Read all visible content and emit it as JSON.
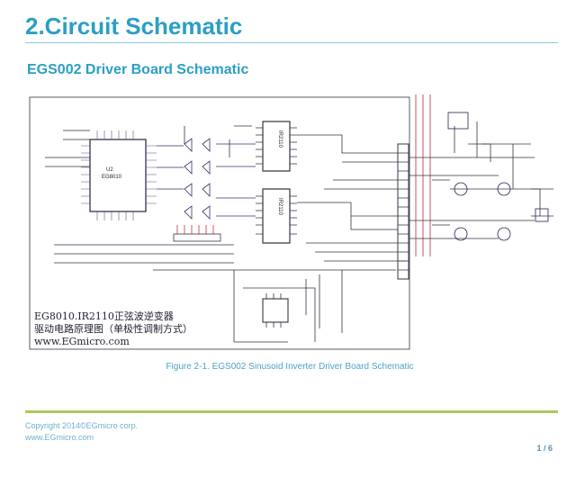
{
  "section_title": "2.Circuit Schematic",
  "subtitle": "EGS002 Driver Board Schematic",
  "schematic": {
    "note_line1": "EG8010.IR2110正弦波逆变器",
    "note_line2": "驱动电路原理图（单极性调制方式）",
    "note_line3": "www.EGmicro.com",
    "chip_u2_ref": "U2",
    "chip_u2_name": "EG8010",
    "driver_ic_1": "IR2110",
    "driver_ic_2": "IR2110"
  },
  "caption": "Figure 2-1. EGS002 Sinusoid Inverter Driver Board Schematic",
  "footer": {
    "copyright": "Copyright 2014©EGmicro corp.",
    "website": "www.EGmicro.com",
    "page": "1 / 6"
  }
}
